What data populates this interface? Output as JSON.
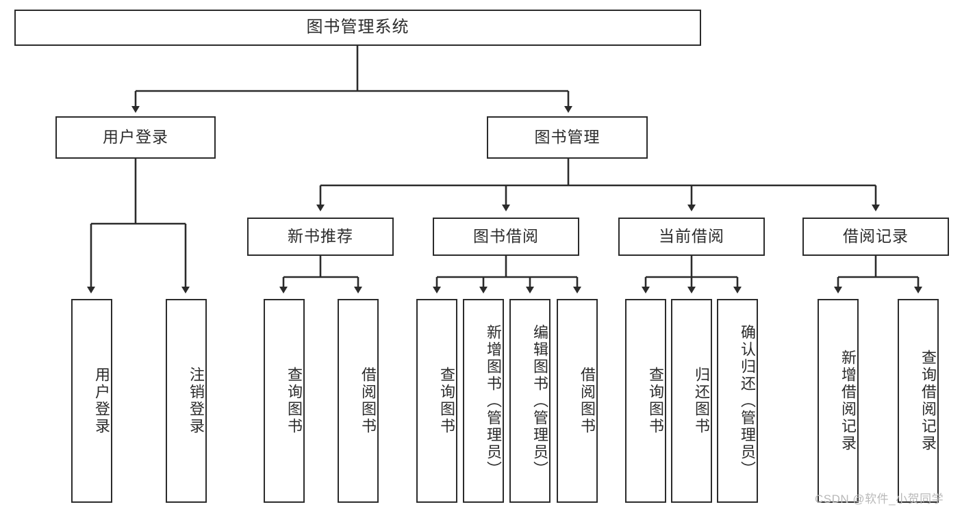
{
  "diagram": {
    "type": "tree",
    "title": "图书管理系统",
    "root": {
      "id": "root",
      "label": "图书管理系统"
    },
    "level2": [
      {
        "id": "user-login",
        "label": "用户登录"
      },
      {
        "id": "book-manage",
        "label": "图书管理"
      }
    ],
    "level3": [
      {
        "id": "new-book-rec",
        "label": "新书推荐",
        "parent": "book-manage"
      },
      {
        "id": "book-borrow",
        "label": "图书借阅",
        "parent": "book-manage"
      },
      {
        "id": "current-borrow",
        "label": "当前借阅",
        "parent": "book-manage"
      },
      {
        "id": "borrow-record",
        "label": "借阅记录",
        "parent": "book-manage"
      }
    ],
    "leaves": {
      "user_login": [
        {
          "id": "leaf-user-login",
          "label": "用户登录"
        },
        {
          "id": "leaf-logout",
          "label": "注销登录"
        }
      ],
      "new_book_rec": [
        {
          "id": "leaf-query-book-1",
          "label": "查询图书"
        },
        {
          "id": "leaf-borrow-book-1",
          "label": "借阅图书"
        }
      ],
      "book_borrow": [
        {
          "id": "leaf-query-book-2",
          "label": "查询图书"
        },
        {
          "id": "leaf-add-book",
          "label": "新增图书（管理员）"
        },
        {
          "id": "leaf-edit-book",
          "label": "编辑图书（管理员）"
        },
        {
          "id": "leaf-borrow-book-2",
          "label": "借阅图书"
        }
      ],
      "current_borrow": [
        {
          "id": "leaf-query-book-3",
          "label": "查询图书"
        },
        {
          "id": "leaf-return-book",
          "label": "归还图书"
        },
        {
          "id": "leaf-confirm-return",
          "label": "确认归还（管理员）"
        }
      ],
      "borrow_record": [
        {
          "id": "leaf-add-record",
          "label": "新增借阅记录"
        },
        {
          "id": "leaf-query-record",
          "label": "查询借阅记录"
        }
      ]
    }
  },
  "watermark": {
    "text": "CSDN @软件_小贺同学"
  },
  "colors": {
    "stroke": "#2b2b2b",
    "background": "#ffffff",
    "text": "#2b2b2b",
    "watermark": "#b9b9b9"
  }
}
